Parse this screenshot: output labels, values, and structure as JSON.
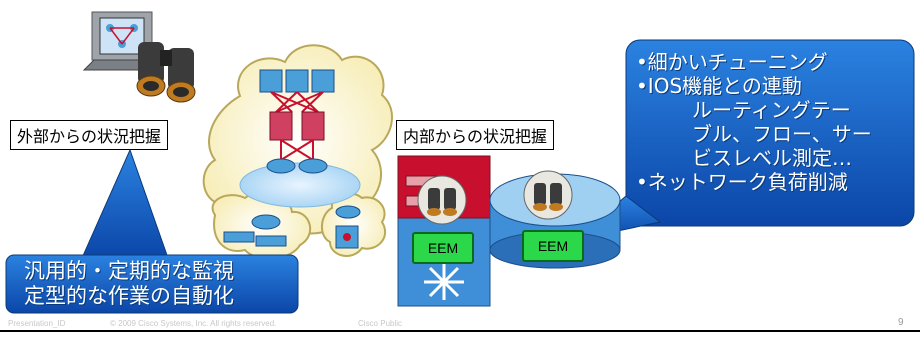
{
  "labels": {
    "external": "外部からの状況把握",
    "internal": "内部からの状況把握"
  },
  "left_callout": {
    "lines": [
      "汎用的・定期的な監視",
      "定型的な作業の自動化"
    ]
  },
  "right_callout": {
    "lines": [
      "•細かいチューニング",
      "•IOS機能との連動",
      "ルーティングテー",
      "ブル、フロー、サー",
      "ビスレベル測定…",
      "•ネットワーク負荷削減"
    ]
  },
  "devices": {
    "switch_eem": "EEM",
    "router_eem": "EEM"
  },
  "footer": {
    "presentation_id": "Presentation_ID",
    "copyright": "© 2009 Cisco Systems, Inc. All rights reserved.",
    "classification": "Cisco Public",
    "page_number": "9"
  },
  "colors": {
    "callout_blue": "#1a63c6",
    "eem_green": "#2ad84a",
    "switch_red": "#c8102e",
    "device_blue": "#4a9fd8"
  }
}
